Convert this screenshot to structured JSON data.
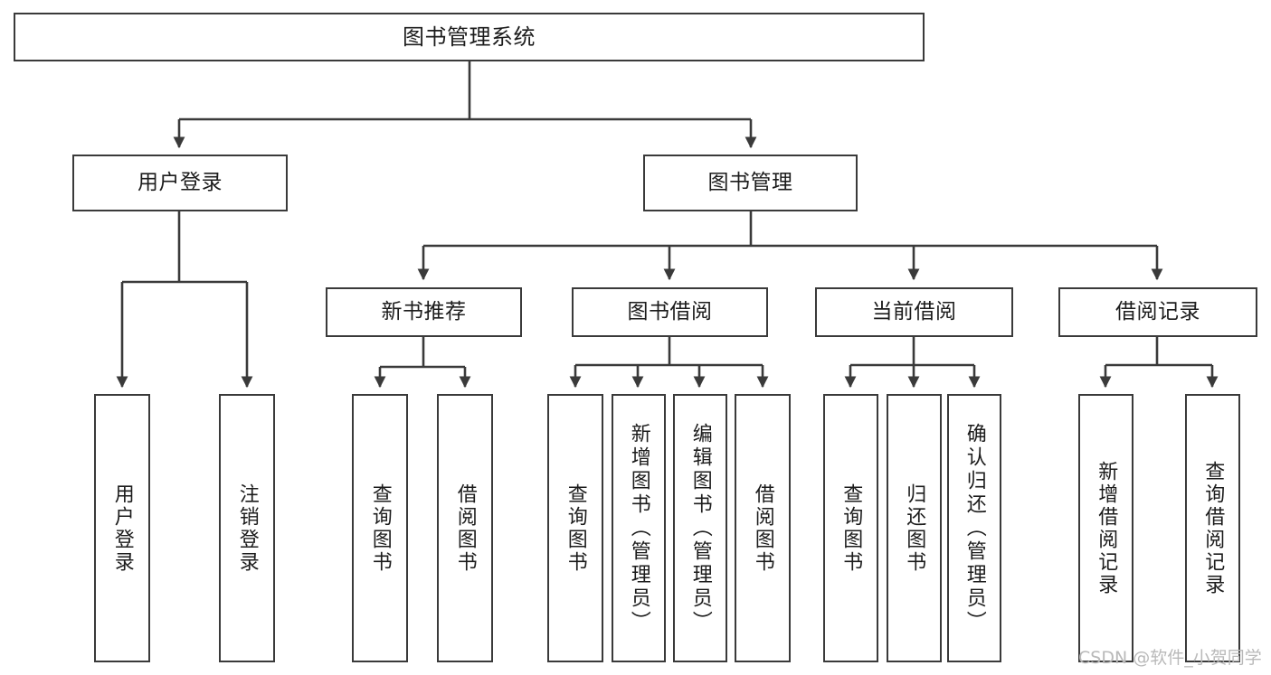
{
  "diagram": {
    "type": "hierarchy-tree",
    "title_node": {
      "label": "图书管理系统"
    },
    "level2": [
      {
        "label": "用户登录"
      },
      {
        "label": "图书管理"
      }
    ],
    "level3": [
      {
        "label": "新书推荐"
      },
      {
        "label": "图书借阅"
      },
      {
        "label": "当前借阅"
      },
      {
        "label": "借阅记录"
      }
    ],
    "leaves": {
      "user_login": [
        {
          "label": "用户登录"
        },
        {
          "label": "注销登录"
        }
      ],
      "new_book_recommend": [
        {
          "label": "查询图书"
        },
        {
          "label": "借阅图书"
        }
      ],
      "book_borrow": [
        {
          "label": "查询图书"
        },
        {
          "label": "新增图书（管理员）"
        },
        {
          "label": "编辑图书（管理员）"
        },
        {
          "label": "借阅图书"
        }
      ],
      "current_borrow": [
        {
          "label": "查询图书"
        },
        {
          "label": "归还图书"
        },
        {
          "label": "确认归还（管理员）"
        }
      ],
      "borrow_records": [
        {
          "label": "新增借阅记录"
        },
        {
          "label": "查询借阅记录"
        }
      ]
    }
  },
  "watermark": {
    "text": "CSDN @软件_小贺同学"
  },
  "colors": {
    "box_border": "#3a3a3a",
    "background": "#ffffff",
    "text": "#1c1c1c",
    "wire": "#3a3a3a",
    "watermark": "#b9b9b9"
  }
}
